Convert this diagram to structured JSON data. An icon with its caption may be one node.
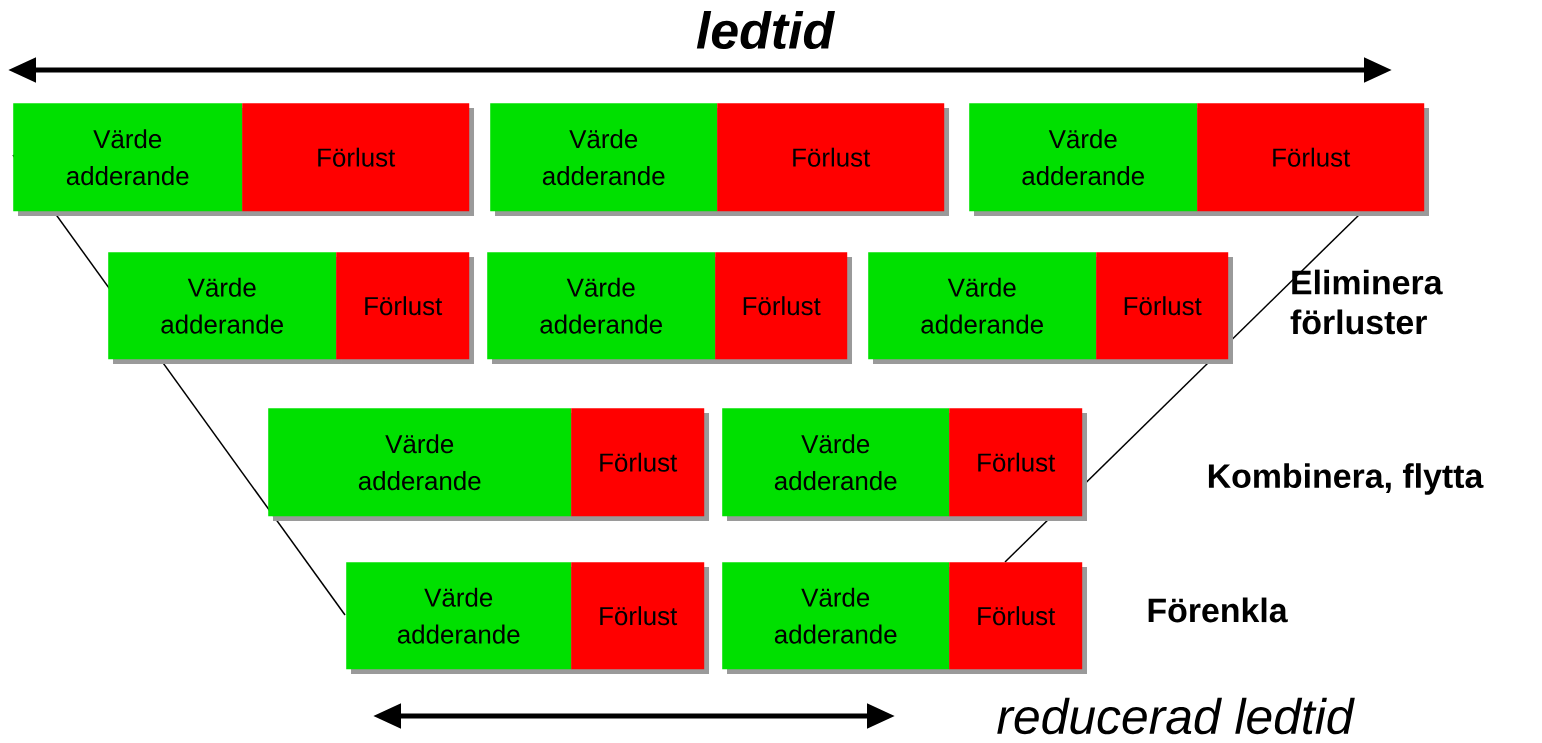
{
  "diagram": {
    "nodes": [
      {
        "text": [
          "Värde adderande"
        ]
      },
      {
        "text": [
          "Förlust"
        ]
      },
      {
        "text": [
          "Värde adderande"
        ]
      },
      {
        "text": [
          "Förlust"
        ]
      },
      {
        "text": [
          "Värde adderande"
        ]
      },
      {
        "text": [
          "Förlust"
        ]
      },
      {
        "text": [
          "Värde adderande"
        ]
      },
      {
        "text": [
          "Förlust"
        ]
      },
      {
        "text": [
          "Värde adderande"
        ]
      },
      {
        "text": [
          "Förlust"
        ]
      },
      {
        "text": [
          "Värde adderande"
        ]
      },
      {
        "text": [
          "Förlust"
        ]
      },
      {
        "text": [
          "Värde adderande"
        ]
      },
      {
        "text": [
          "Förlust"
        ]
      },
      {
        "text": [
          "Värde adderande"
        ]
      },
      {
        "text": [
          "Förlust"
        ]
      },
      {
        "text": [
          "Värde adderande"
        ]
      },
      {
        "text": [
          "Förlust"
        ]
      },
      {
        "text": [
          "Värde adderande"
        ]
      },
      {
        "text": [
          "Förlust"
        ]
      }
    ],
    "labels": [
      "ledtid",
      "Eliminera förluster",
      "Kombinera, flytta",
      "Förenkla",
      "reducerad ledtid"
    ]
  }
}
